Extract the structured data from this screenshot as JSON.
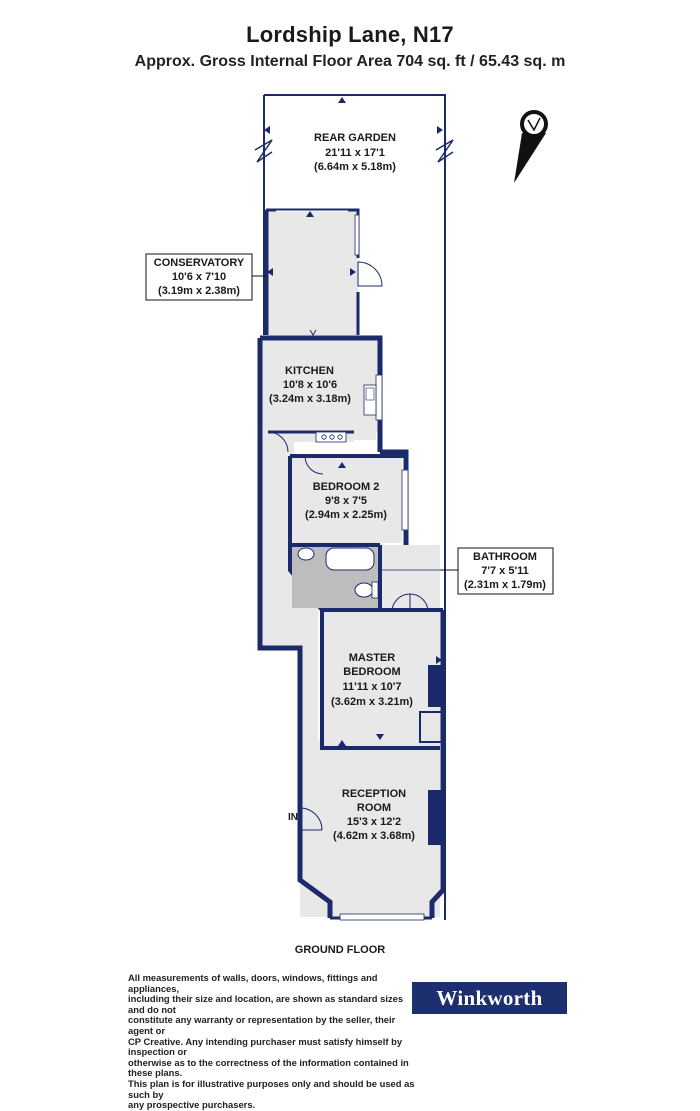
{
  "header": {
    "title": "Lordship Lane, N17",
    "subtitle": "Approx. Gross Internal Floor Area 704 sq. ft / 65.43 sq. m"
  },
  "rooms": {
    "rear_garden": {
      "name": "REAR GARDEN",
      "imperial": "21'11 x 17'1",
      "metric": "(6.64m x 5.18m)"
    },
    "conservatory": {
      "name": "CONSERVATORY",
      "imperial": "10'6 x 7'10",
      "metric": "(3.19m x 2.38m)"
    },
    "kitchen": {
      "name": "KITCHEN",
      "imperial": "10'8 x 10'6",
      "metric": "(3.24m x 3.18m)"
    },
    "bedroom2": {
      "name": "BEDROOM 2",
      "imperial": "9'8 x 7'5",
      "metric": "(2.94m x 2.25m)"
    },
    "bathroom": {
      "name": "BATHROOM",
      "imperial": "7'7 x 5'11",
      "metric": "(2.31m x 1.79m)"
    },
    "master_bedroom": {
      "name_line1": "MASTER",
      "name_line2": "BEDROOM",
      "imperial": "11'11 x 10'7",
      "metric": "(3.62m x 3.21m)"
    },
    "reception": {
      "name_line1": "RECEPTION",
      "name_line2": "ROOM",
      "imperial": "15'3 x 12'2",
      "metric": "(4.62m x 3.68m)"
    }
  },
  "entrance_label": "IN",
  "floor_label": "GROUND FLOOR",
  "disclaimer": [
    "All measurements of walls, doors, windows, fittings and appliances,",
    "including their size and location, are shown as standard sizes and do not",
    "constitute any warranty or representation by the seller, their agent or",
    "CP Creative. Any intending purchaser must satisfy himself by inspection or",
    "otherwise as to the correctness of the information contained in these plans.",
    "This plan is for illustrative purposes only and should be used as such by",
    "any prospective purchasers."
  ],
  "logo_text": "Winkworth",
  "colors": {
    "wall": "#1b2a6b",
    "floor": "#e8e8e8",
    "bathroom_floor": "#bdbdbd",
    "logo_bg": "#1d2f6e"
  },
  "icons": [
    "compass-icon"
  ]
}
